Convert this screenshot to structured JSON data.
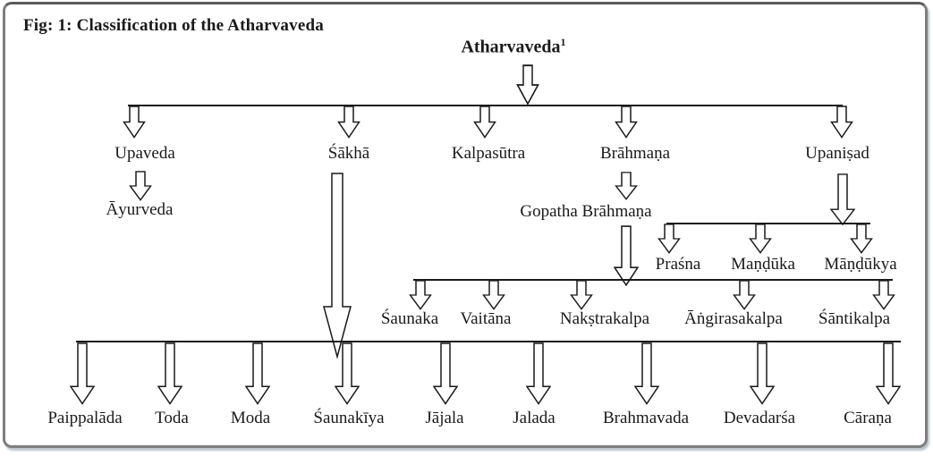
{
  "figure": {
    "caption": "Fig: 1: Classification of the Atharvaveda",
    "root": {
      "label": "Atharvaveda",
      "sup": "1"
    }
  },
  "levels": {
    "level1": [
      "Upaveda",
      "Śākhā",
      "Kalpasūtra",
      "Brāhmaṇa",
      "Upaniṣad"
    ],
    "upaveda_children": [
      "Āyurveda"
    ],
    "brahmana_children": [
      "Gopatha Brāhmaṇa"
    ],
    "upanisad_children": [
      "Praśna",
      "Maṇḍūka",
      "Māṇḍūkya"
    ],
    "gopatha_children": [
      "Śaunaka",
      "Vaitāna",
      "Nakṣtrakalpa",
      "Āṅgirasakalpa",
      "Śāntikalpa"
    ],
    "sakha_children": [
      "Paippalāda",
      "Toda",
      "Moda",
      "Śaunakīya",
      "Jājala",
      "Jalada",
      "Brahmavada",
      "Devadarśa",
      "Cāraṇa"
    ]
  },
  "colors": {
    "ink": "#1a1a1a",
    "background": "#ffffff",
    "frame": "#7e7e7e"
  }
}
